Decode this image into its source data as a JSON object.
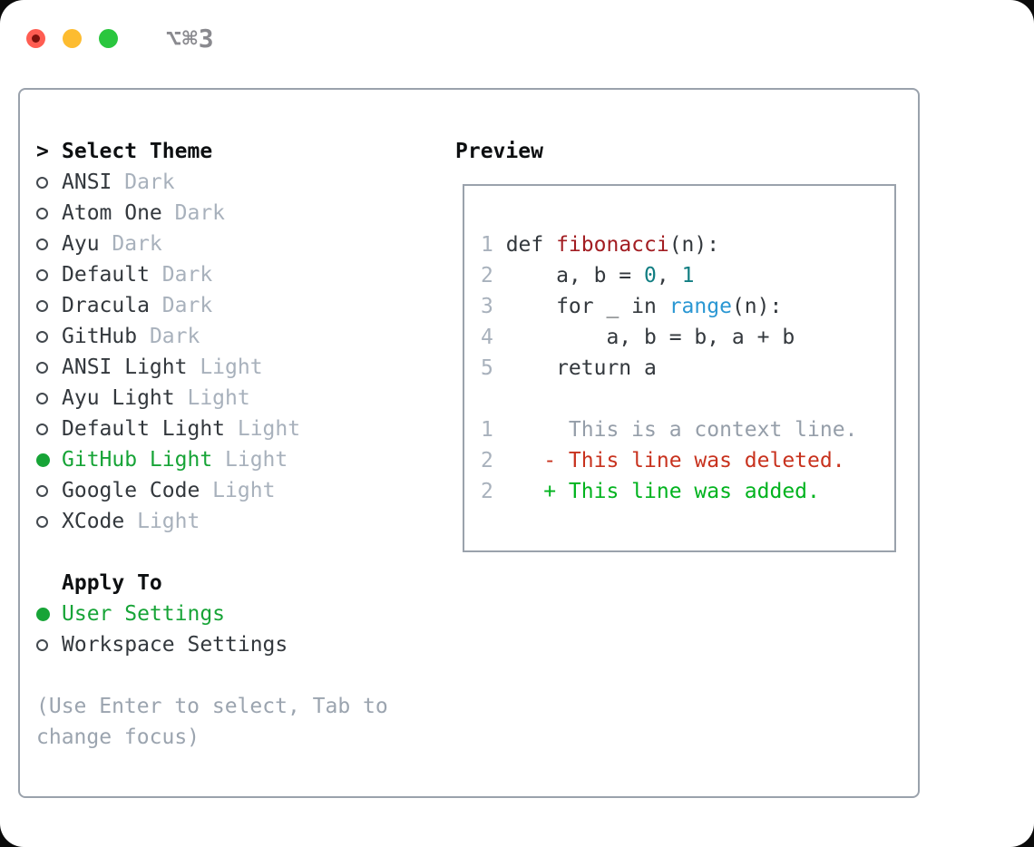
{
  "window": {
    "title": "⌥⌘3",
    "traffic_lights": [
      {
        "name": "close",
        "color": "#ff5d52"
      },
      {
        "name": "minimize",
        "color": "#fdbc30"
      },
      {
        "name": "zoom",
        "color": "#2ac63e"
      }
    ]
  },
  "theme_menu": {
    "header_prefix": ">",
    "header": "Select Theme",
    "themes": [
      {
        "name": "ANSI",
        "variant": "Dark",
        "selected": false
      },
      {
        "name": "Atom One",
        "variant": "Dark",
        "selected": false
      },
      {
        "name": "Ayu",
        "variant": "Dark",
        "selected": false
      },
      {
        "name": "Default",
        "variant": "Dark",
        "selected": false
      },
      {
        "name": "Dracula",
        "variant": "Dark",
        "selected": false
      },
      {
        "name": "GitHub",
        "variant": "Dark",
        "selected": false
      },
      {
        "name": "ANSI Light",
        "variant": "Light",
        "selected": false
      },
      {
        "name": "Ayu Light",
        "variant": "Light",
        "selected": false
      },
      {
        "name": "Default Light",
        "variant": "Light",
        "selected": false
      },
      {
        "name": "GitHub Light",
        "variant": "Light",
        "selected": true
      },
      {
        "name": "Google Code",
        "variant": "Light",
        "selected": false
      },
      {
        "name": "XCode",
        "variant": "Light",
        "selected": false
      }
    ]
  },
  "apply_to": {
    "header": "Apply To",
    "options": [
      {
        "label": "User Settings",
        "selected": true
      },
      {
        "label": "Workspace Settings",
        "selected": false
      }
    ]
  },
  "hint": "(Use Enter to select, Tab to change focus)",
  "preview": {
    "header": "Preview",
    "code_lines": [
      {
        "num": "1",
        "kind": "code",
        "segments": [
          {
            "t": "def ",
            "c": "code"
          },
          {
            "t": "fibonacci",
            "c": "func"
          },
          {
            "t": "(n):",
            "c": "code"
          }
        ]
      },
      {
        "num": "2",
        "kind": "code",
        "segments": [
          {
            "t": "    a, b = ",
            "c": "code"
          },
          {
            "t": "0",
            "c": "num"
          },
          {
            "t": ", ",
            "c": "code"
          },
          {
            "t": "1",
            "c": "num"
          }
        ]
      },
      {
        "num": "3",
        "kind": "code",
        "segments": [
          {
            "t": "    for _ in ",
            "c": "code"
          },
          {
            "t": "range",
            "c": "builtin"
          },
          {
            "t": "(n):",
            "c": "code"
          }
        ]
      },
      {
        "num": "4",
        "kind": "code",
        "segments": [
          {
            "t": "        a, b = b, a + b",
            "c": "code"
          }
        ]
      },
      {
        "num": "5",
        "kind": "code",
        "segments": [
          {
            "t": "    return a",
            "c": "code"
          }
        ]
      },
      {
        "num": "",
        "kind": "blank",
        "segments": []
      },
      {
        "num": "1",
        "kind": "diff-context",
        "segments": [
          {
            "t": "     This is a context line.",
            "c": "context"
          }
        ]
      },
      {
        "num": "2",
        "kind": "diff-deleted",
        "segments": [
          {
            "t": "   - This line was deleted.",
            "c": "deleted"
          }
        ]
      },
      {
        "num": "2",
        "kind": "diff-added",
        "segments": [
          {
            "t": "   + This line was added.",
            "c": "added"
          }
        ]
      }
    ]
  },
  "colors": {
    "border": "#9aa2ac",
    "text": "#33383d",
    "heading": "#0d0f11",
    "muted": "#a8b1bc",
    "hint": "#9ba4af",
    "green": "#17a437",
    "circle": "#43494f",
    "func": "#a21d22",
    "num": "#117e82",
    "builtin": "#2a97d3",
    "context": "#959ea9",
    "deleted": "#c8321e",
    "added": "#00b31e",
    "title": "#8a8a8f",
    "red-light": "#ff5d52",
    "red-dot": "#7d120c",
    "yellow-light": "#fdbc30",
    "green-light": "#2ac63e"
  }
}
